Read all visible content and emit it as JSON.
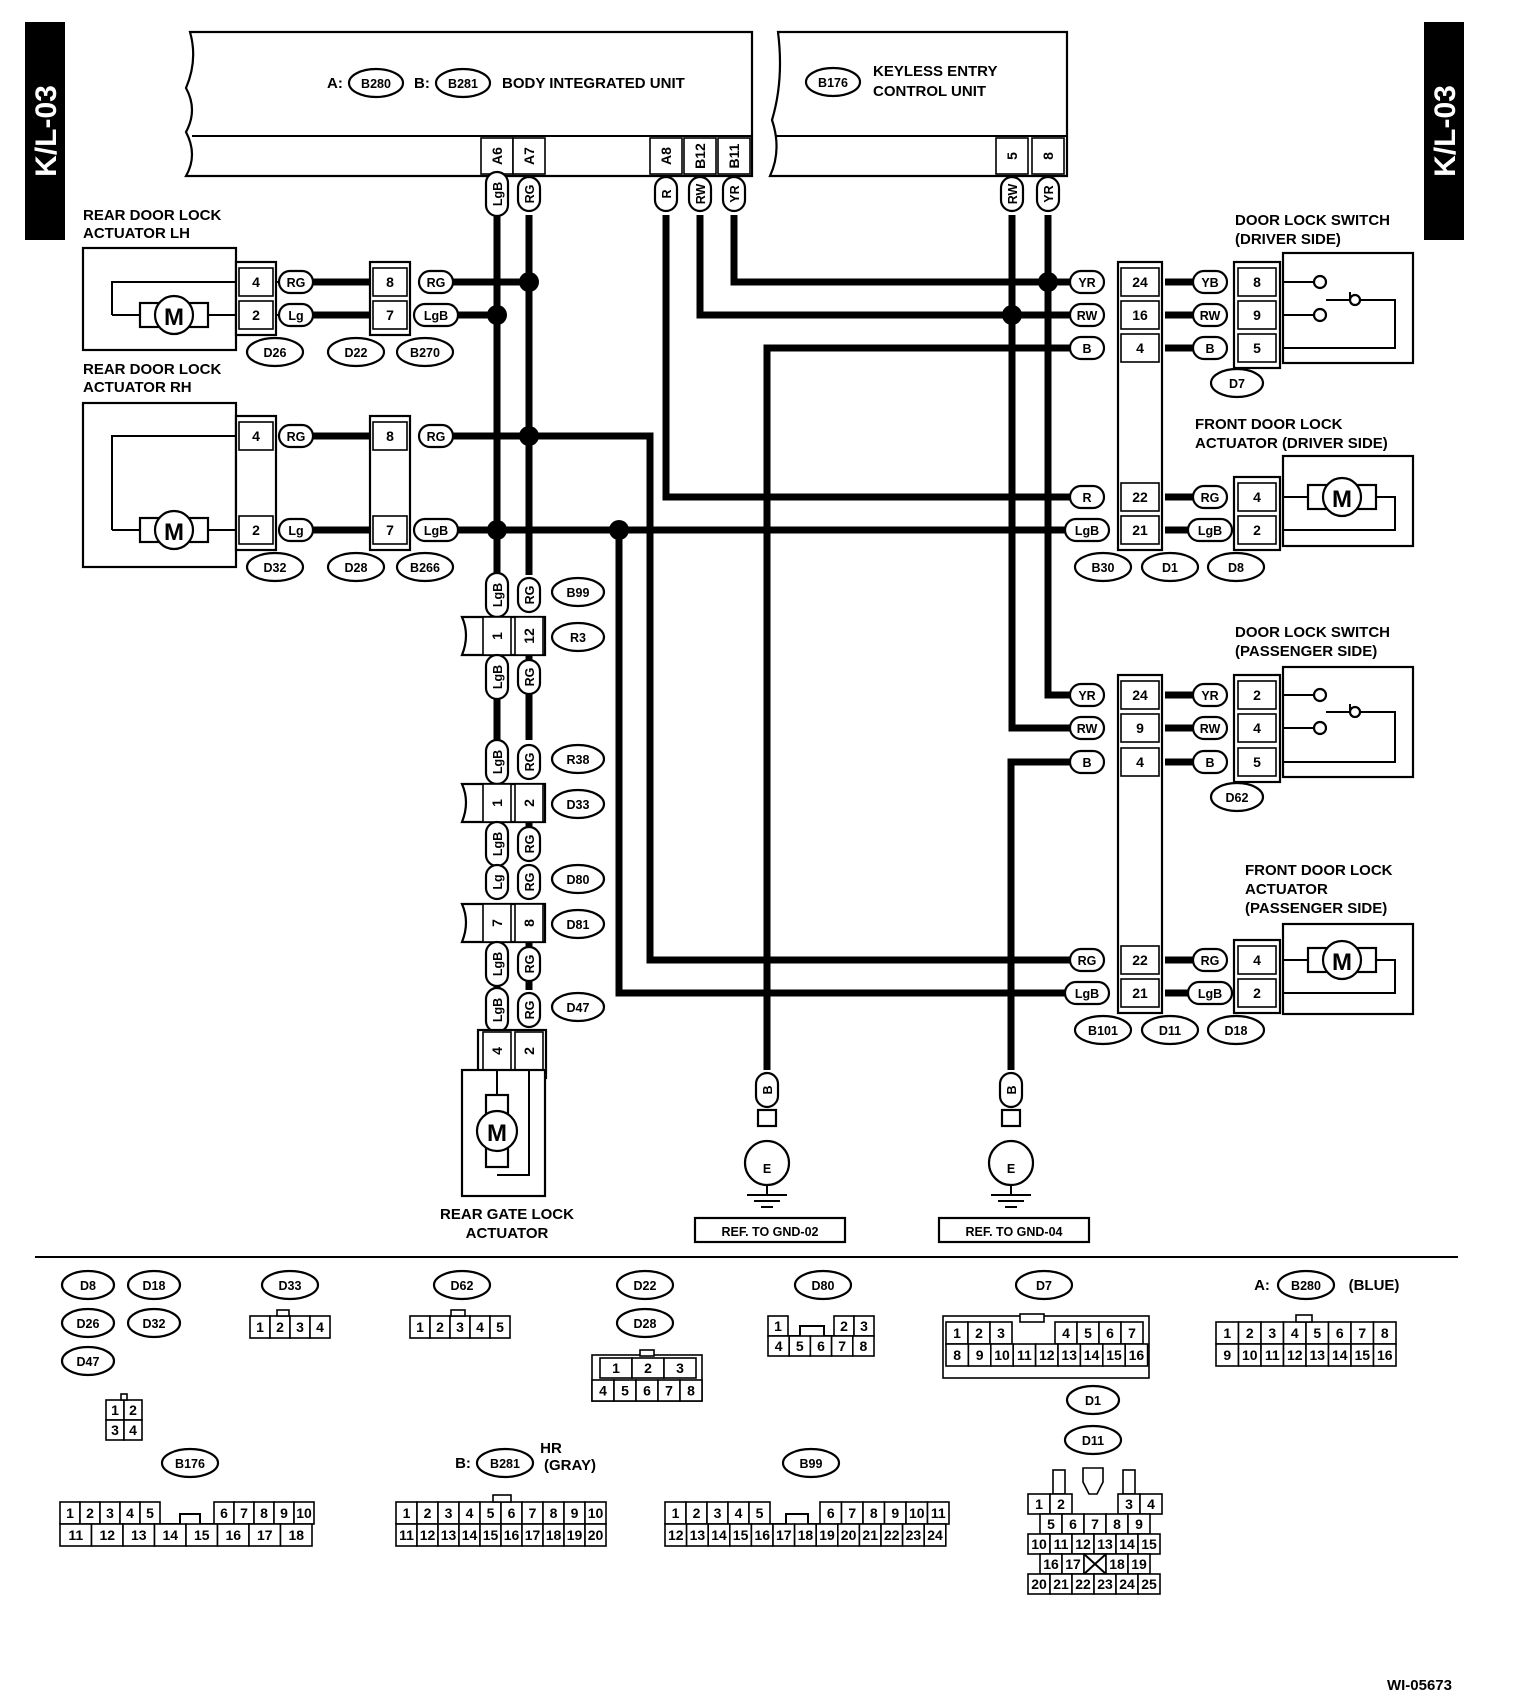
{
  "side_tab": {
    "left": "K/L-03",
    "right": "K/L-03"
  },
  "units": {
    "body_integrated": {
      "prefix_a": "A:",
      "conn_a": "B280",
      "prefix_b": "B:",
      "conn_b": "B281",
      "name": "BODY INTEGRATED UNIT",
      "pins": [
        "A6",
        "A7",
        "A8",
        "B12",
        "B11"
      ],
      "colors": [
        "LgB",
        "RG",
        "R",
        "RW",
        "YR"
      ]
    },
    "keyless": {
      "conn": "B176",
      "name_line1": "KEYLESS ENTRY",
      "name_line2": "CONTROL UNIT",
      "pins": [
        "5",
        "8"
      ],
      "colors": [
        "RW",
        "YR"
      ]
    }
  },
  "components": {
    "rear_lh": {
      "line1": "REAR DOOR LOCK",
      "line2": "ACTUATOR LH",
      "motor": "M"
    },
    "rear_rh": {
      "line1": "REAR DOOR LOCK",
      "line2": "ACTUATOR RH",
      "motor": "M"
    },
    "rear_gate": {
      "line1": "REAR GATE LOCK",
      "line2": "ACTUATOR",
      "motor": "M"
    },
    "switch_driver": {
      "line1": "DOOR LOCK SWITCH",
      "line2": "(DRIVER SIDE)"
    },
    "front_driver": {
      "line1": "FRONT DOOR LOCK",
      "line2": "ACTUATOR (DRIVER SIDE)",
      "motor": "M"
    },
    "switch_pass": {
      "line1": "DOOR LOCK SWITCH",
      "line2": "(PASSENGER SIDE)"
    },
    "front_pass": {
      "line1": "FRONT DOOR LOCK",
      "line2": "ACTUATOR",
      "line3": "(PASSENGER SIDE)",
      "motor": "M"
    }
  },
  "left_connectors": {
    "lh": {
      "pins_a": [
        "4",
        "2"
      ],
      "colors_a": [
        "RG",
        "Lg"
      ],
      "pins_b": [
        "8",
        "7"
      ],
      "colors_b": [
        "RG",
        "LgB"
      ],
      "refs": [
        "D26",
        "D22",
        "B270"
      ]
    },
    "rh": {
      "pins_a": [
        "4",
        "2"
      ],
      "colors_a": [
        "RG",
        "Lg"
      ],
      "pins_b": [
        "8",
        "7"
      ],
      "colors_b": [
        "RG",
        "LgB"
      ],
      "refs": [
        "D32",
        "D28",
        "B266"
      ]
    }
  },
  "vertical_chain": [
    {
      "colors_top": [
        "LgB",
        "RG"
      ],
      "pins": [
        "1",
        "12"
      ],
      "refs": [
        "B99",
        "R3"
      ]
    },
    {
      "colors_top": [
        "LgB",
        "RG"
      ],
      "pins": [
        "1",
        "2"
      ],
      "refs": [
        "R38",
        "D33"
      ]
    },
    {
      "colors_top": [
        "Lg",
        "RG"
      ],
      "pins": [
        "7",
        "8"
      ],
      "refs": [
        "D80",
        "D81"
      ]
    },
    {
      "colors_top": [
        "LgB",
        "RG"
      ],
      "pins": [
        "4",
        "2"
      ],
      "refs": [
        "D47"
      ]
    }
  ],
  "between_colors": [
    "LgB",
    "RG"
  ],
  "right_driver": {
    "rows": [
      {
        "c1": "YR",
        "p1": "24",
        "c2": "YB",
        "p2": "8"
      },
      {
        "c1": "RW",
        "p1": "16",
        "c2": "RW",
        "p2": "9"
      },
      {
        "c1": "B",
        "p1": "4",
        "c2": "B",
        "p2": "5"
      }
    ],
    "switch_ref": "D7",
    "act_rows": [
      {
        "c1": "R",
        "p1": "22",
        "c2": "RG",
        "p2": "4"
      },
      {
        "c1": "LgB",
        "p1": "21",
        "c2": "LgB",
        "p2": "2"
      }
    ],
    "refs": [
      "B30",
      "D1",
      "D8"
    ]
  },
  "right_pass": {
    "rows": [
      {
        "c1": "YR",
        "p1": "24",
        "c2": "YR",
        "p2": "2"
      },
      {
        "c1": "RW",
        "p1": "9",
        "c2": "RW",
        "p2": "4"
      },
      {
        "c1": "B",
        "p1": "4",
        "c2": "B",
        "p2": "5"
      }
    ],
    "switch_ref": "D62",
    "act_rows": [
      {
        "c1": "RG",
        "p1": "22",
        "c2": "RG",
        "p2": "4"
      },
      {
        "c1": "LgB",
        "p1": "21",
        "c2": "LgB",
        "p2": "2"
      }
    ],
    "refs": [
      "B101",
      "D11",
      "D18"
    ]
  },
  "grounds": [
    {
      "color": "B",
      "symbol": "E",
      "ref": "REF. TO GND-02"
    },
    {
      "color": "B",
      "symbol": "E",
      "ref": "REF. TO GND-04"
    }
  ],
  "legend": {
    "group1": [
      "D8",
      "D18",
      "D26",
      "D32",
      "D47"
    ],
    "group1_rows": [
      [
        "1",
        "2"
      ],
      [
        "3",
        "4"
      ]
    ],
    "d33": {
      "ref": "D33",
      "pins": [
        "1",
        "2",
        "3",
        "4"
      ]
    },
    "d62": {
      "ref": "D62",
      "pins": [
        "1",
        "2",
        "3",
        "4",
        "5"
      ]
    },
    "d22": {
      "refs": [
        "D22",
        "D28"
      ],
      "row1": [
        "1",
        "2",
        "3"
      ],
      "row2": [
        "4",
        "5",
        "6",
        "7",
        "8"
      ]
    },
    "d80": {
      "ref": "D80",
      "row1": [
        "1",
        "2",
        "3"
      ],
      "row2": [
        "4",
        "5",
        "6",
        "7",
        "8"
      ]
    },
    "d7": {
      "ref": "D7",
      "row1": [
        "1",
        "2",
        "3",
        "4",
        "5",
        "6",
        "7"
      ],
      "row2": [
        "8",
        "9",
        "10",
        "11",
        "12",
        "13",
        "14",
        "15",
        "16"
      ]
    },
    "b280": {
      "prefix": "A:",
      "ref": "B280",
      "note": "(BLUE)",
      "row1": [
        "1",
        "2",
        "3",
        "4",
        "5",
        "6",
        "7",
        "8"
      ],
      "row2": [
        "9",
        "10",
        "11",
        "12",
        "13",
        "14",
        "15",
        "16"
      ]
    },
    "d1": {
      "refs": [
        "D1",
        "D11"
      ],
      "row1": [
        "1",
        "2",
        "3",
        "4"
      ],
      "row2": [
        "5",
        "6",
        "7",
        "8",
        "9"
      ],
      "row3": [
        "10",
        "11",
        "12",
        "13",
        "14",
        "15"
      ],
      "row4": [
        "16",
        "17",
        "18",
        "19"
      ],
      "row5": [
        "20",
        "21",
        "22",
        "23",
        "24",
        "25"
      ]
    },
    "b176": {
      "ref": "B176",
      "row1": [
        "1",
        "2",
        "3",
        "4",
        "5",
        "6",
        "7",
        "8",
        "9",
        "10"
      ],
      "row2": [
        "11",
        "12",
        "13",
        "14",
        "15",
        "16",
        "17",
        "18"
      ]
    },
    "b281": {
      "prefix": "B:",
      "ref": "B281",
      "note_hr": "HR",
      "note": "(GRAY)",
      "row1": [
        "1",
        "2",
        "3",
        "4",
        "5",
        "6",
        "7",
        "8",
        "9",
        "10"
      ],
      "row2": [
        "11",
        "12",
        "13",
        "14",
        "15",
        "16",
        "17",
        "18",
        "19",
        "20"
      ]
    },
    "b99": {
      "ref": "B99",
      "row1": [
        "1",
        "2",
        "3",
        "4",
        "5",
        "6",
        "7",
        "8",
        "9",
        "10",
        "11"
      ],
      "row2": [
        "12",
        "13",
        "14",
        "15",
        "16",
        "17",
        "18",
        "19",
        "20",
        "21",
        "22",
        "23",
        "24"
      ]
    }
  },
  "figure_id": "WI-05673"
}
